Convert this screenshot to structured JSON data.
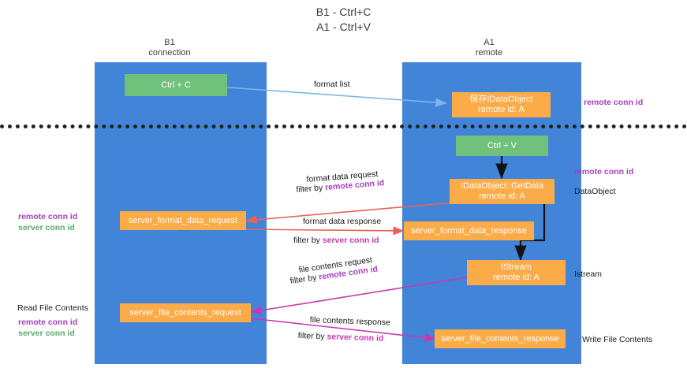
{
  "diagram": {
    "title_line1": "B1 - Ctrl+C",
    "title_line2": "A1 - Ctrl+V",
    "colors": {
      "lane": "#4285d8",
      "green_box": "#6fc17c",
      "orange_box": "#fbab48",
      "remote_conn_id": "#a63fbf",
      "server_conn_id_green": "#5aab6a",
      "server_conn_id_magenta": "#c838b0",
      "arrow_blue": "#7ab6e8",
      "arrow_red": "#e8625a",
      "arrow_black": "#111111",
      "arrow_magenta": "#c838b0",
      "divider": "#222222"
    }
  },
  "lanes": [
    {
      "name": "b1",
      "title": "B1",
      "subtitle": "connection"
    },
    {
      "name": "a1",
      "title": "A1",
      "subtitle": "remote"
    }
  ],
  "boxes": [
    {
      "name": "ctrl-c-box",
      "kind": "green",
      "line1": "Ctrl + C",
      "line2": ""
    },
    {
      "name": "idataobject-box",
      "kind": "orange",
      "line1": "保存IDataObject",
      "line2": "remote id: A"
    },
    {
      "name": "ctrl-v-box",
      "kind": "green",
      "line1": "Ctrl + V",
      "line2": ""
    },
    {
      "name": "getdata-box",
      "kind": "orange",
      "line1": "IDataObject::GetData",
      "line2": "remote id: A"
    },
    {
      "name": "server-format-data-request-box",
      "kind": "orange",
      "line1": "server_format_data_request",
      "line2": ""
    },
    {
      "name": "server-format-data-response-box",
      "kind": "orange",
      "line1": "server_format_data_response",
      "line2": ""
    },
    {
      "name": "istream-box",
      "kind": "orange",
      "line1": "IStream",
      "line2": "remote id: A"
    },
    {
      "name": "server-file-contents-request-box",
      "kind": "orange",
      "line1": "server_file_contents_request",
      "line2": ""
    },
    {
      "name": "server-file-contents-response-box",
      "kind": "orange",
      "line1": "server_file_contents_response",
      "line2": ""
    }
  ],
  "edge_labels": {
    "format_list": "format list",
    "format_data_request": "format data request",
    "format_data_request_filter_prefix": "filter by ",
    "format_data_request_filter_key": "remote conn id",
    "format_data_response": "format data response",
    "format_data_response_filter_prefix": "filter by ",
    "format_data_response_filter_key": "server conn id",
    "file_contents_request": "file contents request",
    "file_contents_request_filter_prefix": "filter by ",
    "file_contents_request_filter_key": "remote conn id",
    "file_contents_response": "file contents response",
    "file_contents_response_filter_prefix": "filter by ",
    "file_contents_response_filter_key": "server conn id"
  },
  "right_annotations": [
    {
      "name": "annotation-remote-conn-id-top",
      "text": "remote conn id",
      "style": "purple"
    },
    {
      "name": "annotation-remote-conn-id-mid",
      "text": "remote conn id",
      "style": "purple"
    },
    {
      "name": "annotation-dataobject",
      "text": "DataObject",
      "style": "plain"
    },
    {
      "name": "annotation-istream",
      "text": "Istream",
      "style": "plain"
    },
    {
      "name": "annotation-write-file-contents",
      "text": "Write File Contents",
      "style": "plain"
    }
  ],
  "left_annotations": [
    {
      "name": "annotation-left-remote-conn-id-1",
      "text": "remote conn id",
      "style": "purple"
    },
    {
      "name": "annotation-left-server-conn-id-1",
      "text": "server conn id",
      "style": "green"
    },
    {
      "name": "annotation-read-file-contents",
      "text": "Read File Contents",
      "style": "plain"
    },
    {
      "name": "annotation-left-remote-conn-id-2",
      "text": "remote conn id",
      "style": "purple"
    },
    {
      "name": "annotation-left-server-conn-id-2",
      "text": "server conn id",
      "style": "green"
    }
  ]
}
